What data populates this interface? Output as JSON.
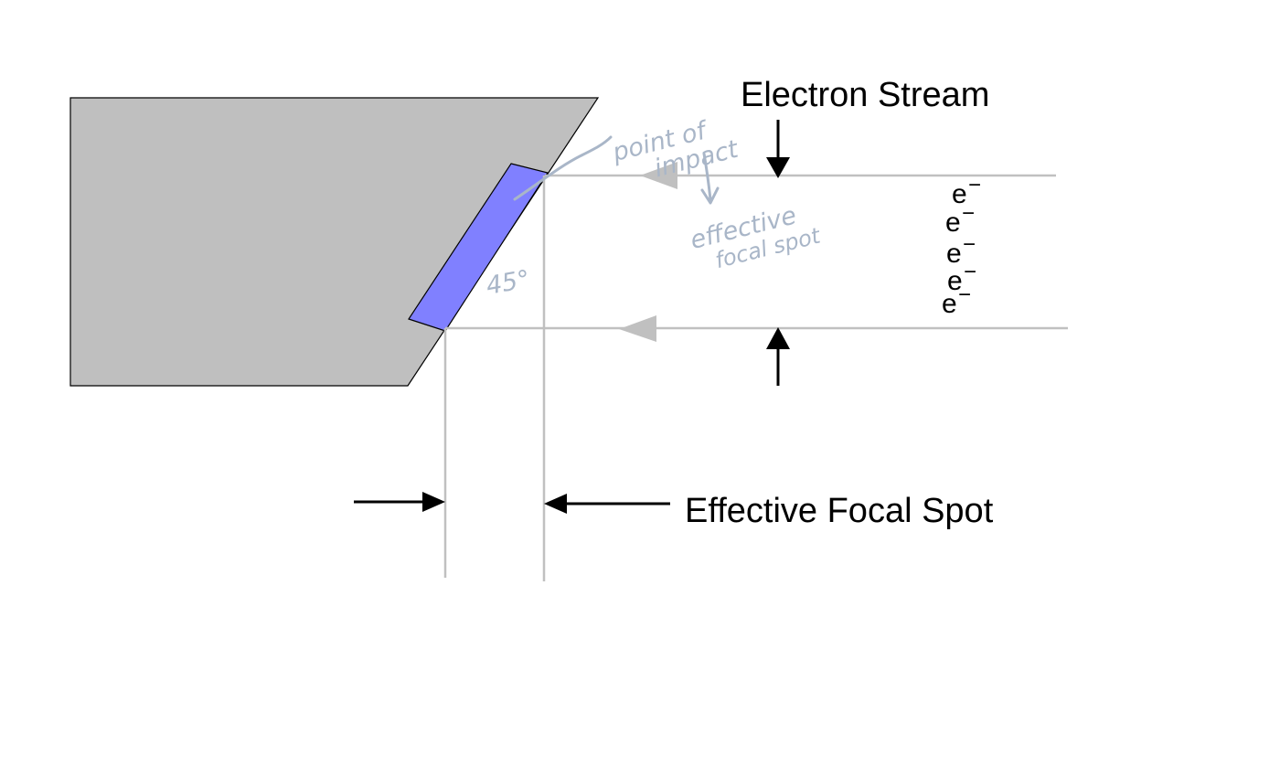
{
  "labels": {
    "electron_stream": "Electron Stream",
    "effective_focal_spot": "Effective Focal Spot",
    "electron_symbol": "e",
    "electron_charge": "−"
  },
  "annotations": {
    "point_of_impact_line1": "point of",
    "point_of_impact_line2": "impact",
    "effective_focal_spot_line1": "effective",
    "effective_focal_spot_line2": "focal spot",
    "angle": "45°"
  },
  "electron_count": 5,
  "colors": {
    "anode": "#bfbfbf",
    "target": "#8080ff",
    "guide_lines": "#c0c0c0",
    "arrows": "#000000",
    "handwriting": "#a9b6c8"
  }
}
